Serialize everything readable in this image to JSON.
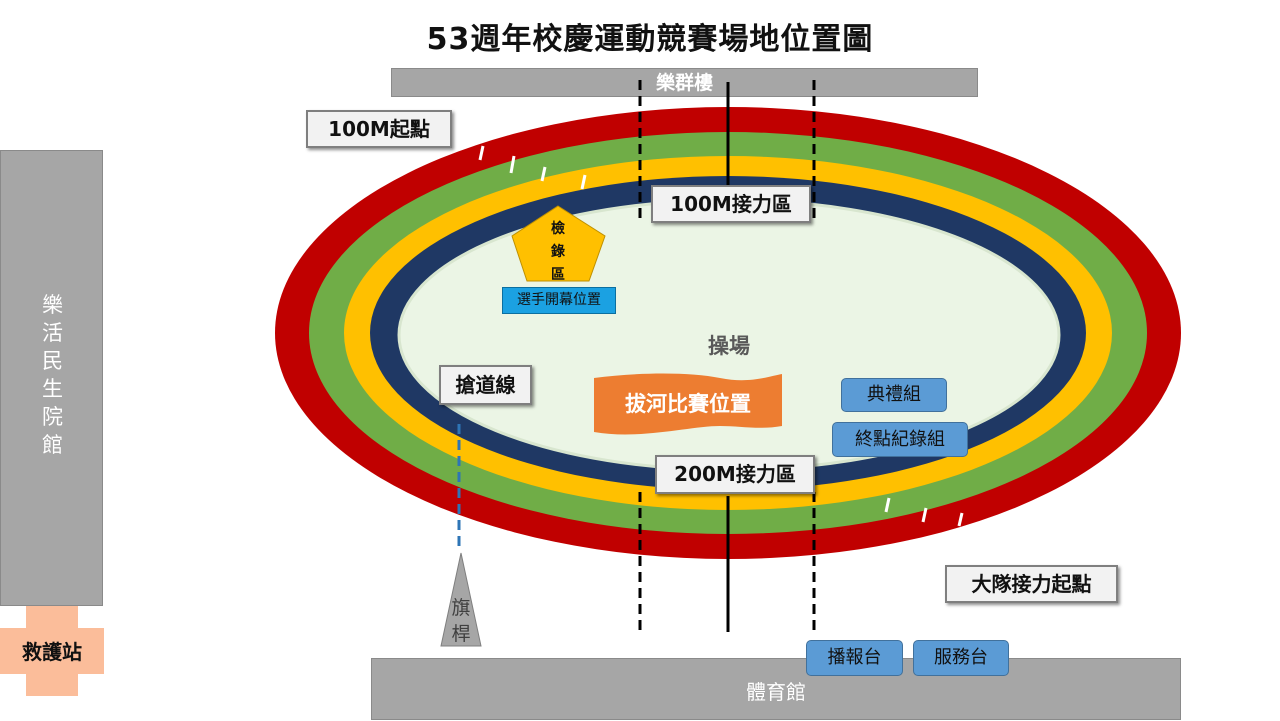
{
  "title": "53週年校慶運動競賽場地位置圖",
  "buildings": {
    "top": "樂群樓",
    "left": [
      "樂",
      "活",
      "民",
      "生",
      "院",
      "館"
    ],
    "bottom": "體育館"
  },
  "labels": {
    "start_100m": "100M起點",
    "relay_100m": "100M接力區",
    "relay_200m": "200M接力區",
    "lane_break": "搶道線",
    "team_relay_start": "大隊接力起點",
    "field": "操場",
    "tug_of_war": "拔河比賽位置",
    "checkin": [
      "檢",
      "錄",
      "區"
    ],
    "athlete_opening": "選手開幕位置",
    "ceremony": "典禮組",
    "finish_record": "終點紀錄組",
    "flagpole": [
      "旗",
      "桿"
    ],
    "first_aid": "救護站",
    "broadcast": "播報台",
    "service": "服務台"
  },
  "colors": {
    "lane_red": "#c00000",
    "lane_green": "#70ad47",
    "lane_yellow": "#ffc000",
    "lane_navy": "#1f3864",
    "field": "#ebf5e5",
    "building": "#a6a6a6",
    "tug_banner": "#ed7d31",
    "pentagon": "#ffc000",
    "blue_button": "#5b9bd5",
    "cyan_button": "#1ba1e2",
    "first_aid": "#fbbd9a"
  }
}
